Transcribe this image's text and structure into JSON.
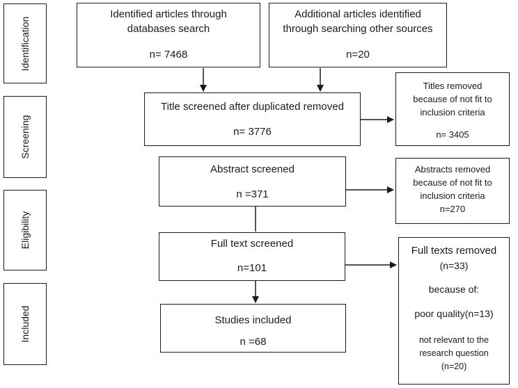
{
  "stages": {
    "identification": "Identification",
    "screening": "Screening",
    "eligibility": "Eligibility",
    "included": "Included"
  },
  "boxes": {
    "database_search": {
      "line1": "Identified articles through",
      "line2": "databases search",
      "count": "n= 7468"
    },
    "other_sources": {
      "line1": "Additional articles identified",
      "line2": "through searching other sources",
      "count": "n=20"
    },
    "title_screened": {
      "label": "Title screened after duplicated removed",
      "count": "n= 3776"
    },
    "titles_removed": {
      "line1": "Titles removed",
      "line2": "because of not fit to",
      "line3": "inclusion criteria",
      "count": "n= 3405"
    },
    "abstract_screened": {
      "label": "Abstract screened",
      "count": "n =371"
    },
    "abstracts_removed": {
      "line1": "Abstracts removed",
      "line2": "because of not fit to",
      "line3": "inclusion criteria",
      "count": "n=270"
    },
    "full_text_screened": {
      "label": "Full text screened",
      "count": "n=101"
    },
    "full_texts_removed": {
      "line1": "Full texts removed",
      "line2": "(n=33)",
      "line3": "because of:",
      "line4": "poor quality(n=13)",
      "line5": "not relevant to the",
      "line6": "research question",
      "line7": "(n=20)"
    },
    "studies_included": {
      "label": "Studies included",
      "count": "n =68"
    }
  }
}
